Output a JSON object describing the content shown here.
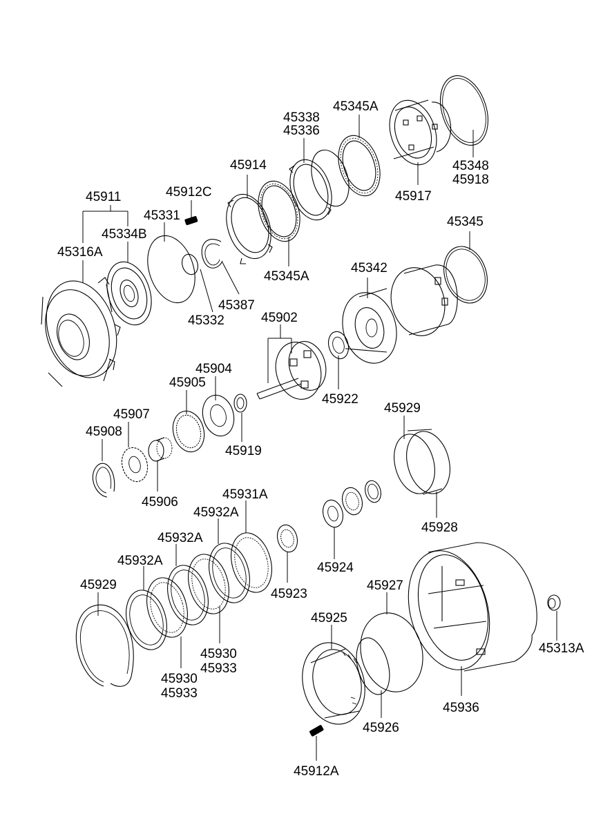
{
  "diagram": {
    "title": "",
    "labels": [
      {
        "id": "l01",
        "text": "45345A"
      },
      {
        "id": "l02",
        "text": "45338"
      },
      {
        "id": "l03",
        "text": "45336"
      },
      {
        "id": "l04",
        "text": "45914"
      },
      {
        "id": "l05",
        "text": "45912C"
      },
      {
        "id": "l06",
        "text": "45911"
      },
      {
        "id": "l07",
        "text": "45331"
      },
      {
        "id": "l08",
        "text": "45334B"
      },
      {
        "id": "l09",
        "text": "45316A"
      },
      {
        "id": "l10",
        "text": "45348"
      },
      {
        "id": "l11",
        "text": "45918"
      },
      {
        "id": "l12",
        "text": "45917"
      },
      {
        "id": "l13",
        "text": "45345"
      },
      {
        "id": "l14",
        "text": "45345A"
      },
      {
        "id": "l15",
        "text": "45342"
      },
      {
        "id": "l16",
        "text": "45387"
      },
      {
        "id": "l17",
        "text": "45332"
      },
      {
        "id": "l18",
        "text": "45902"
      },
      {
        "id": "l19",
        "text": "45904"
      },
      {
        "id": "l20",
        "text": "45905"
      },
      {
        "id": "l21",
        "text": "45922"
      },
      {
        "id": "l22",
        "text": "45907"
      },
      {
        "id": "l23",
        "text": "45908"
      },
      {
        "id": "l24",
        "text": "45919"
      },
      {
        "id": "l25",
        "text": "45929"
      },
      {
        "id": "l26",
        "text": "45906"
      },
      {
        "id": "l27",
        "text": "45931A"
      },
      {
        "id": "l28",
        "text": "45932A"
      },
      {
        "id": "l29",
        "text": "45928"
      },
      {
        "id": "l30",
        "text": "45932A"
      },
      {
        "id": "l31",
        "text": "45932A"
      },
      {
        "id": "l32",
        "text": "45924"
      },
      {
        "id": "l33",
        "text": "45929"
      },
      {
        "id": "l34",
        "text": "45927"
      },
      {
        "id": "l35",
        "text": "45923"
      },
      {
        "id": "l36",
        "text": "45925"
      },
      {
        "id": "l37",
        "text": "45930"
      },
      {
        "id": "l38",
        "text": "45933"
      },
      {
        "id": "l39",
        "text": "45313A"
      },
      {
        "id": "l40",
        "text": "45930"
      },
      {
        "id": "l41",
        "text": "45933"
      },
      {
        "id": "l42",
        "text": "45936"
      },
      {
        "id": "l43",
        "text": "45926"
      },
      {
        "id": "l44",
        "text": "45912A"
      }
    ]
  }
}
